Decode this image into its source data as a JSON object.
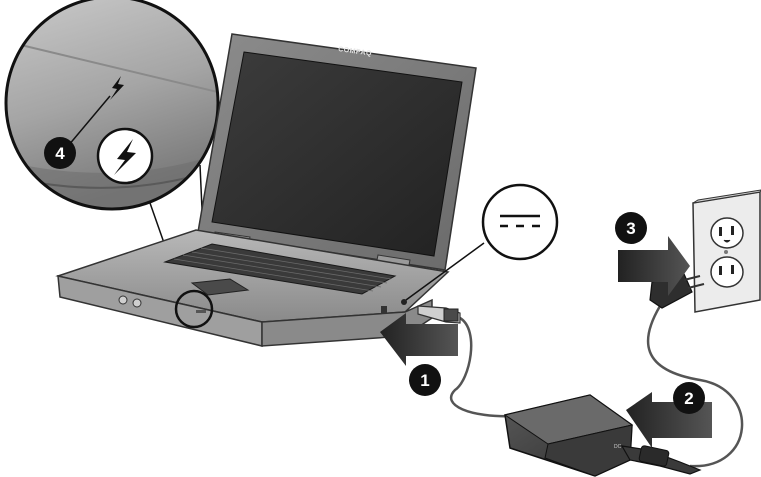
{
  "diagram": {
    "brand_logo": "COMPAQ",
    "adapter_label": "DC",
    "callouts": [
      "1",
      "2",
      "3",
      "4"
    ]
  }
}
